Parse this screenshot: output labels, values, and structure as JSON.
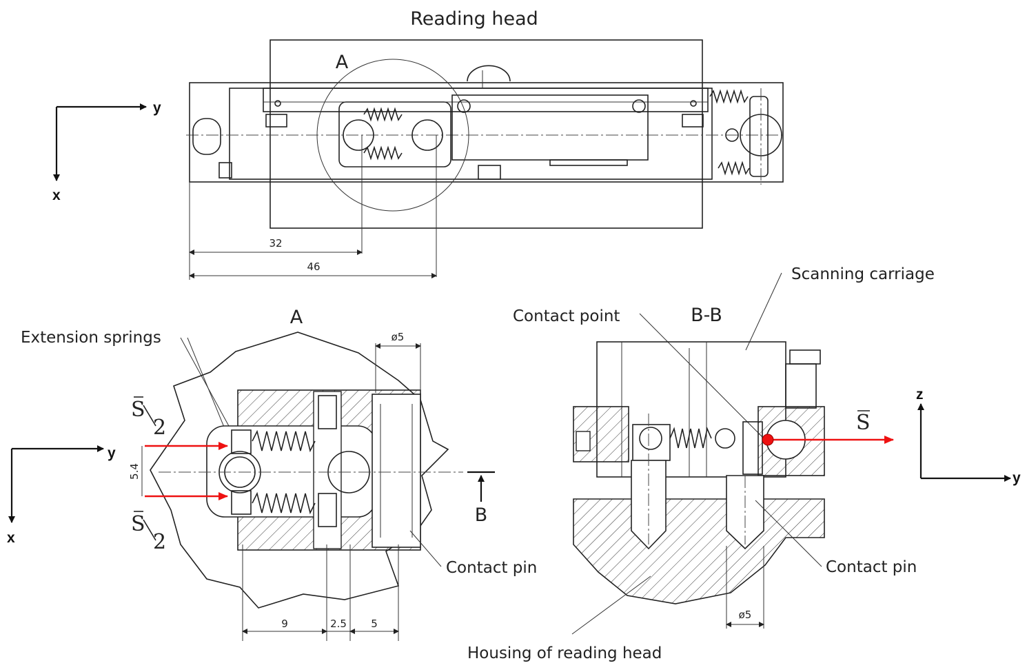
{
  "labels": {
    "title": "Reading head",
    "detail_a_top": "A",
    "detail_a": "A",
    "section_bb": "B-B",
    "extension_springs": "Extension springs",
    "contact_point": "Contact point",
    "scanning_carriage": "Scanning carriage",
    "contact_pin_left": "Contact pin",
    "contact_pin_right": "Contact pin",
    "housing": "Housing of reading head",
    "section_marker": "B"
  },
  "dimensions": {
    "d32": "32",
    "d46": "46",
    "d54": "5.4",
    "d9": "9",
    "d25": "2.5",
    "d5": "5",
    "dia5_left": "ø5",
    "dia5_right": "ø5"
  },
  "axes": {
    "top": {
      "h": "y",
      "v": "x"
    },
    "left": {
      "h": "y",
      "v": "x"
    },
    "right": {
      "h": "y",
      "v": "z"
    }
  },
  "forces": {
    "half_force_numerator": "S",
    "half_force_denominator": "2",
    "full_force": "S"
  },
  "colors": {
    "force_arrow": "#ee1111",
    "contact_point_dot": "#ee1111",
    "line": "#222222"
  }
}
